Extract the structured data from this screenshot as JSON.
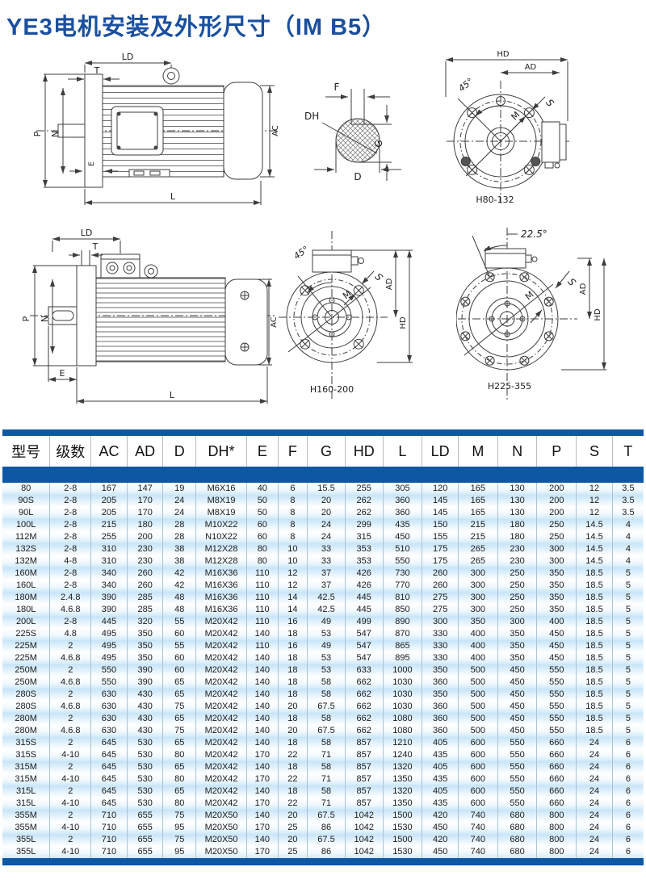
{
  "page": {
    "title": "YE3电机安装及外形尺寸（IM B5）"
  },
  "colors": {
    "accent_bar": "#0d57a5",
    "title_blue": "#1b4f9e",
    "stripe_blue": "#cbe6f7"
  },
  "drawings": {
    "side_small": {
      "labels": {
        "ld": "LD",
        "t": "T",
        "p": "P",
        "n": "N",
        "e": "E",
        "ac": "AC",
        "l": "L"
      }
    },
    "shaft_detail": {
      "labels": {
        "f": "F",
        "dh": "DH",
        "g": "G",
        "d": "D"
      }
    },
    "flange_small": {
      "caption": "H80-132",
      "labels": {
        "hd": "HD",
        "ad": "AD",
        "angle": "45°",
        "s": "S",
        "m": "M"
      }
    },
    "side_large": {
      "labels": {
        "ld": "LD",
        "t": "T",
        "p": "P",
        "n": "N",
        "e": "E",
        "ac": "AC",
        "l": "L"
      }
    },
    "flange_mid": {
      "caption": "H160-200",
      "labels": {
        "angle": "45°",
        "s": "S",
        "ad": "AD",
        "hd": "HD",
        "m": "M"
      }
    },
    "flange_large": {
      "caption": "H225-355",
      "labels": {
        "angle": "22.5°",
        "s": "S",
        "ad": "AD",
        "hd": "HD",
        "m": "M"
      }
    }
  },
  "table": {
    "columns": [
      "型号",
      "级数",
      "AC",
      "AD",
      "D",
      "DH*",
      "E",
      "F",
      "G",
      "HD",
      "L",
      "LD",
      "M",
      "N",
      "P",
      "S",
      "T"
    ],
    "rows": [
      [
        "80",
        "2-8",
        "167",
        "147",
        "19",
        "M6X16",
        "40",
        "6",
        "15.5",
        "255",
        "305",
        "120",
        "165",
        "130",
        "200",
        "12",
        "3.5"
      ],
      [
        "90S",
        "2-8",
        "205",
        "170",
        "24",
        "M8X19",
        "50",
        "8",
        "20",
        "262",
        "360",
        "145",
        "165",
        "130",
        "200",
        "12",
        "3.5"
      ],
      [
        "90L",
        "2-8",
        "205",
        "170",
        "24",
        "M8X19",
        "50",
        "8",
        "20",
        "262",
        "360",
        "145",
        "165",
        "130",
        "200",
        "12",
        "3.5"
      ],
      [
        "100L",
        "2-8",
        "215",
        "180",
        "28",
        "M10X22",
        "60",
        "8",
        "24",
        "299",
        "435",
        "150",
        "215",
        "180",
        "250",
        "14.5",
        "4"
      ],
      [
        "112M",
        "2-8",
        "255",
        "200",
        "28",
        "N10X22",
        "60",
        "8",
        "24",
        "315",
        "450",
        "155",
        "215",
        "180",
        "250",
        "14.5",
        "4"
      ],
      [
        "132S",
        "2-8",
        "310",
        "230",
        "38",
        "M12X28",
        "80",
        "10",
        "33",
        "353",
        "510",
        "175",
        "265",
        "230",
        "300",
        "14.5",
        "4"
      ],
      [
        "132M",
        "4-8",
        "310",
        "230",
        "38",
        "M12X28",
        "80",
        "10",
        "33",
        "353",
        "550",
        "175",
        "265",
        "230",
        "300",
        "14.5",
        "4"
      ],
      [
        "160M",
        "2-8",
        "340",
        "260",
        "42",
        "M16X36",
        "110",
        "12",
        "37",
        "426",
        "730",
        "260",
        "300",
        "250",
        "350",
        "18.5",
        "5"
      ],
      [
        "160L",
        "2-8",
        "340",
        "260",
        "42",
        "M16X36",
        "110",
        "12",
        "37",
        "426",
        "770",
        "260",
        "300",
        "250",
        "350",
        "18.5",
        "5"
      ],
      [
        "180M",
        "2.4.8",
        "390",
        "285",
        "48",
        "M16X36",
        "110",
        "14",
        "42.5",
        "445",
        "810",
        "275",
        "300",
        "250",
        "350",
        "18.5",
        "5"
      ],
      [
        "180L",
        "4.6.8",
        "390",
        "285",
        "48",
        "M16X36",
        "110",
        "14",
        "42.5",
        "445",
        "850",
        "275",
        "300",
        "250",
        "350",
        "18.5",
        "5"
      ],
      [
        "200L",
        "2-8",
        "445",
        "320",
        "55",
        "M20X42",
        "110",
        "16",
        "49",
        "499",
        "890",
        "300",
        "350",
        "300",
        "400",
        "18.5",
        "5"
      ],
      [
        "225S",
        "4.8",
        "495",
        "350",
        "60",
        "M20X42",
        "140",
        "18",
        "53",
        "547",
        "870",
        "330",
        "400",
        "350",
        "450",
        "18.5",
        "5"
      ],
      [
        "225M",
        "2",
        "495",
        "350",
        "55",
        "M20X42",
        "110",
        "16",
        "49",
        "547",
        "865",
        "330",
        "400",
        "350",
        "450",
        "18.5",
        "5"
      ],
      [
        "225M",
        "4.6.8",
        "495",
        "350",
        "60",
        "M20X42",
        "140",
        "18",
        "53",
        "547",
        "895",
        "330",
        "400",
        "350",
        "450",
        "18.5",
        "5"
      ],
      [
        "250M",
        "2",
        "550",
        "390",
        "60",
        "M20X42",
        "140",
        "18",
        "53",
        "633",
        "1000",
        "350",
        "500",
        "450",
        "550",
        "18.5",
        "5"
      ],
      [
        "250M",
        "4.6.8",
        "550",
        "390",
        "65",
        "M20X42",
        "140",
        "18",
        "58",
        "662",
        "1030",
        "360",
        "500",
        "450",
        "550",
        "18.5",
        "5"
      ],
      [
        "280S",
        "2",
        "630",
        "430",
        "65",
        "M20X42",
        "140",
        "18",
        "58",
        "662",
        "1030",
        "350",
        "500",
        "450",
        "550",
        "18.5",
        "5"
      ],
      [
        "280S",
        "4.6.8",
        "630",
        "430",
        "75",
        "M20X42",
        "140",
        "20",
        "67.5",
        "662",
        "1030",
        "360",
        "500",
        "450",
        "550",
        "18.5",
        "5"
      ],
      [
        "280M",
        "2",
        "630",
        "430",
        "65",
        "M20X42",
        "140",
        "18",
        "58",
        "662",
        "1080",
        "360",
        "500",
        "450",
        "550",
        "18.5",
        "5"
      ],
      [
        "280M",
        "4.6.8",
        "630",
        "430",
        "75",
        "M20X42",
        "140",
        "20",
        "67.5",
        "662",
        "1080",
        "360",
        "500",
        "450",
        "550",
        "18.5",
        "5"
      ],
      [
        "315S",
        "2",
        "645",
        "530",
        "65",
        "M20X42",
        "140",
        "18",
        "58",
        "857",
        "1210",
        "405",
        "600",
        "550",
        "660",
        "24",
        "6"
      ],
      [
        "315S",
        "4-10",
        "645",
        "530",
        "80",
        "M20X42",
        "170",
        "22",
        "71",
        "857",
        "1240",
        "435",
        "600",
        "550",
        "660",
        "24",
        "6"
      ],
      [
        "315M",
        "2",
        "645",
        "530",
        "65",
        "M20X42",
        "140",
        "18",
        "58",
        "857",
        "1320",
        "405",
        "600",
        "550",
        "660",
        "24",
        "6"
      ],
      [
        "315M",
        "4-10",
        "645",
        "530",
        "80",
        "M20X42",
        "170",
        "22",
        "71",
        "857",
        "1350",
        "435",
        "600",
        "550",
        "660",
        "24",
        "6"
      ],
      [
        "315L",
        "2",
        "645",
        "530",
        "65",
        "M20X42",
        "140",
        "18",
        "58",
        "857",
        "1320",
        "405",
        "600",
        "550",
        "660",
        "24",
        "6"
      ],
      [
        "315L",
        "4-10",
        "645",
        "530",
        "80",
        "M20X42",
        "170",
        "22",
        "71",
        "857",
        "1350",
        "435",
        "600",
        "550",
        "660",
        "24",
        "6"
      ],
      [
        "355M",
        "2",
        "710",
        "655",
        "75",
        "M20X50",
        "140",
        "20",
        "67.5",
        "1042",
        "1500",
        "420",
        "740",
        "680",
        "800",
        "24",
        "6"
      ],
      [
        "355M",
        "4-10",
        "710",
        "655",
        "95",
        "M20X50",
        "170",
        "25",
        "86",
        "1042",
        "1530",
        "450",
        "740",
        "680",
        "800",
        "24",
        "6"
      ],
      [
        "355L",
        "2",
        "710",
        "655",
        "75",
        "M20X50",
        "140",
        "20",
        "67.5",
        "1042",
        "1500",
        "420",
        "740",
        "680",
        "800",
        "24",
        "6"
      ],
      [
        "355L",
        "4-10",
        "710",
        "655",
        "95",
        "M20X50",
        "170",
        "25",
        "86",
        "1042",
        "1530",
        "450",
        "740",
        "680",
        "800",
        "24",
        "6"
      ]
    ]
  }
}
